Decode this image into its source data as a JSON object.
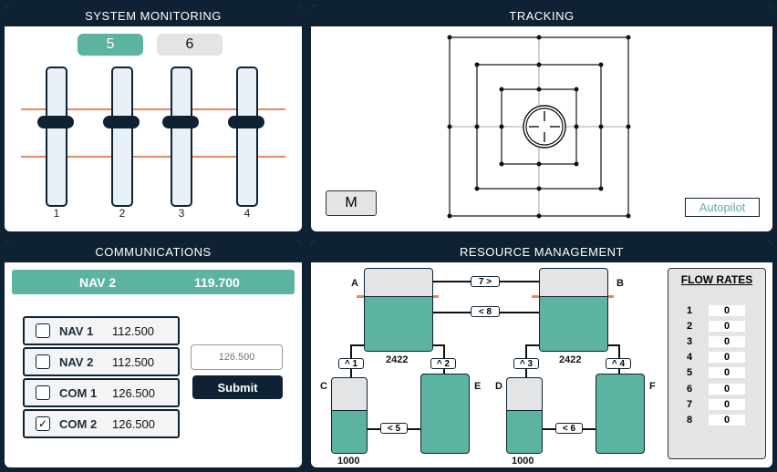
{
  "system_monitoring": {
    "title": "SYSTEM MONITORING",
    "buttons": [
      {
        "label": "5",
        "active": true
      },
      {
        "label": "6",
        "active": false
      }
    ],
    "sliders": [
      {
        "label": "1",
        "level": 0.5
      },
      {
        "label": "2",
        "level": 0.5
      },
      {
        "label": "3",
        "level": 0.5
      },
      {
        "label": "4",
        "level": 0.5
      }
    ]
  },
  "tracking": {
    "title": "TRACKING",
    "manual_button": "M",
    "autopilot_label": "Autopilot"
  },
  "communications": {
    "title": "COMMUNICATIONS",
    "target": {
      "name": "NAV 2",
      "freq": "119.700"
    },
    "radios": [
      {
        "name": "NAV 1",
        "freq": "112.500",
        "checked": false
      },
      {
        "name": "NAV 2",
        "freq": "112.500",
        "checked": false
      },
      {
        "name": "COM 1",
        "freq": "126.500",
        "checked": false
      },
      {
        "name": "COM 2",
        "freq": "126.500",
        "checked": true
      }
    ],
    "input_placeholder": "126.500",
    "submit_label": "Submit"
  },
  "resource_management": {
    "title": "RESOURCE MANAGEMENT",
    "tanks": {
      "A": {
        "label": "A",
        "value": "2422"
      },
      "B": {
        "label": "B",
        "value": "2422"
      },
      "C": {
        "label": "C",
        "value": "1000"
      },
      "D": {
        "label": "D",
        "value": "1000"
      },
      "E": {
        "label": "E"
      },
      "F": {
        "label": "F"
      }
    },
    "pumps": [
      "7 >",
      "< 8",
      "^ 1",
      "^ 2",
      "^ 3",
      "^ 4",
      "< 5",
      "< 6"
    ],
    "flow_rates": {
      "title": "FLOW RATES",
      "rows": [
        {
          "pump": "1",
          "rate": "0"
        },
        {
          "pump": "2",
          "rate": "0"
        },
        {
          "pump": "3",
          "rate": "0"
        },
        {
          "pump": "4",
          "rate": "0"
        },
        {
          "pump": "5",
          "rate": "0"
        },
        {
          "pump": "6",
          "rate": "0"
        },
        {
          "pump": "7",
          "rate": "0"
        },
        {
          "pump": "8",
          "rate": "0"
        }
      ]
    }
  },
  "colors": {
    "accent": "#5bb3a0",
    "dark": "#0e2233",
    "orange": "#e8875a"
  }
}
